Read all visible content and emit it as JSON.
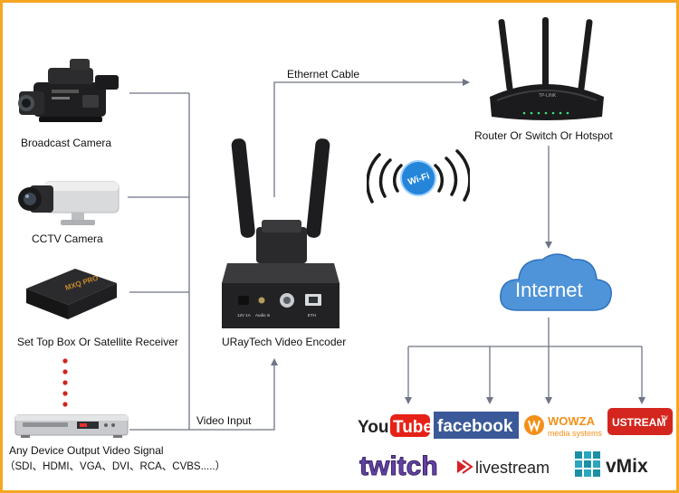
{
  "sources": [
    {
      "id": "broadcast",
      "label": "Broadcast Camera",
      "icon": "broadcast-camera-icon"
    },
    {
      "id": "cctv",
      "label": "CCTV Camera",
      "icon": "cctv-camera-icon"
    },
    {
      "id": "stb",
      "label": "Set Top Box Or Satellite Receiver",
      "icon": "set-top-box-icon",
      "device_text": "MXQ PRO"
    },
    {
      "id": "any",
      "label": "Any Device Output Video Signal",
      "sublabel": "（SDI、HDMI、VGA、DVI、RCA、CVBS.....）",
      "icon": "dvd-player-icon"
    }
  ],
  "encoder": {
    "label": "URayTech Video Encoder",
    "ports": [
      "12V 1A",
      "Audio in",
      "ETH"
    ]
  },
  "links": {
    "ethernet": "Ethernet Cable",
    "video_input": "Video Input"
  },
  "router": {
    "label": "Router Or Switch Or Hotspot",
    "brand": "TP-LINK"
  },
  "wifi": {
    "badge": "Wi-Fi"
  },
  "cloud": {
    "label": "Internet"
  },
  "platforms": {
    "youtube": {
      "you": "You",
      "tube": "Tube"
    },
    "facebook": "facebook",
    "wowza": {
      "name": "WOWZA",
      "sub": "media systems"
    },
    "ustream": "USTREAM",
    "ustream_tv": "TV",
    "twitch": "twitch",
    "livestream": "livestream",
    "vmix": "vMix"
  },
  "colors": {
    "frame": "#f6a623",
    "wire": "#6f7585",
    "cloud": "#4f94d9",
    "youtube_red": "#e62117",
    "facebook_blue": "#3b5998",
    "wowza_orange": "#f39019",
    "ustream_red": "#d4261e",
    "twitch_purple": "#6441a4",
    "livestream_red": "#d62027",
    "vmix_teal": "#1a8fa6",
    "dots_red": "#d0261f"
  }
}
